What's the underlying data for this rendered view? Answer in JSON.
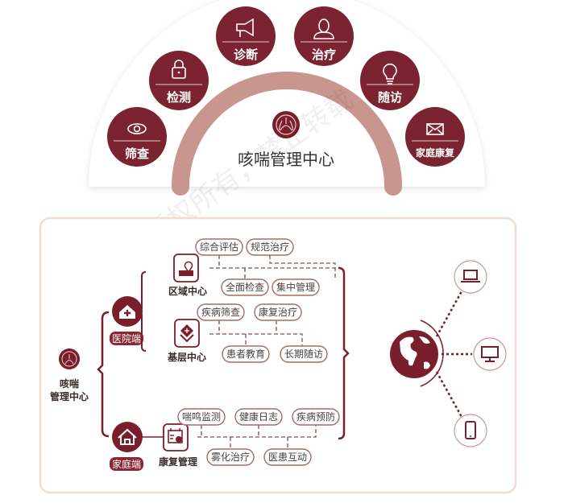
{
  "colors": {
    "primary": "#7b1e2b",
    "arc": "#c9958f",
    "border": "#f0dcd5"
  },
  "top": {
    "center_title": "咳喘管理中心",
    "steps": [
      {
        "label": "筛查",
        "icon": "eye-icon"
      },
      {
        "label": "检测",
        "icon": "lock-icon"
      },
      {
        "label": "诊断",
        "icon": "megaphone-icon"
      },
      {
        "label": "治疗",
        "icon": "person-icon"
      },
      {
        "label": "随访",
        "icon": "lightbulb-icon"
      },
      {
        "label": "家庭康复",
        "icon": "envelope-icon"
      }
    ]
  },
  "watermark": "版权所有，禁止转载",
  "bottom": {
    "root_line1": "咳喘",
    "root_line2": "管理中心",
    "hospital": {
      "label": "医院端",
      "regional": {
        "label": "区域中心",
        "tags": [
          "综合评估",
          "规范治疗",
          "全面检查",
          "集中管理"
        ]
      },
      "primary": {
        "label": "基层中心",
        "tags": [
          "疾病筛查",
          "康复治疗",
          "患者教育",
          "长期随访"
        ]
      }
    },
    "home": {
      "label": "家庭端",
      "rehab": {
        "label": "康复管理",
        "tags": [
          "喘鸣监测",
          "健康日志",
          "疾病预防",
          "雾化治疗",
          "医患互动"
        ]
      }
    },
    "devices": [
      "laptop-icon",
      "monitor-icon",
      "phone-icon"
    ]
  }
}
